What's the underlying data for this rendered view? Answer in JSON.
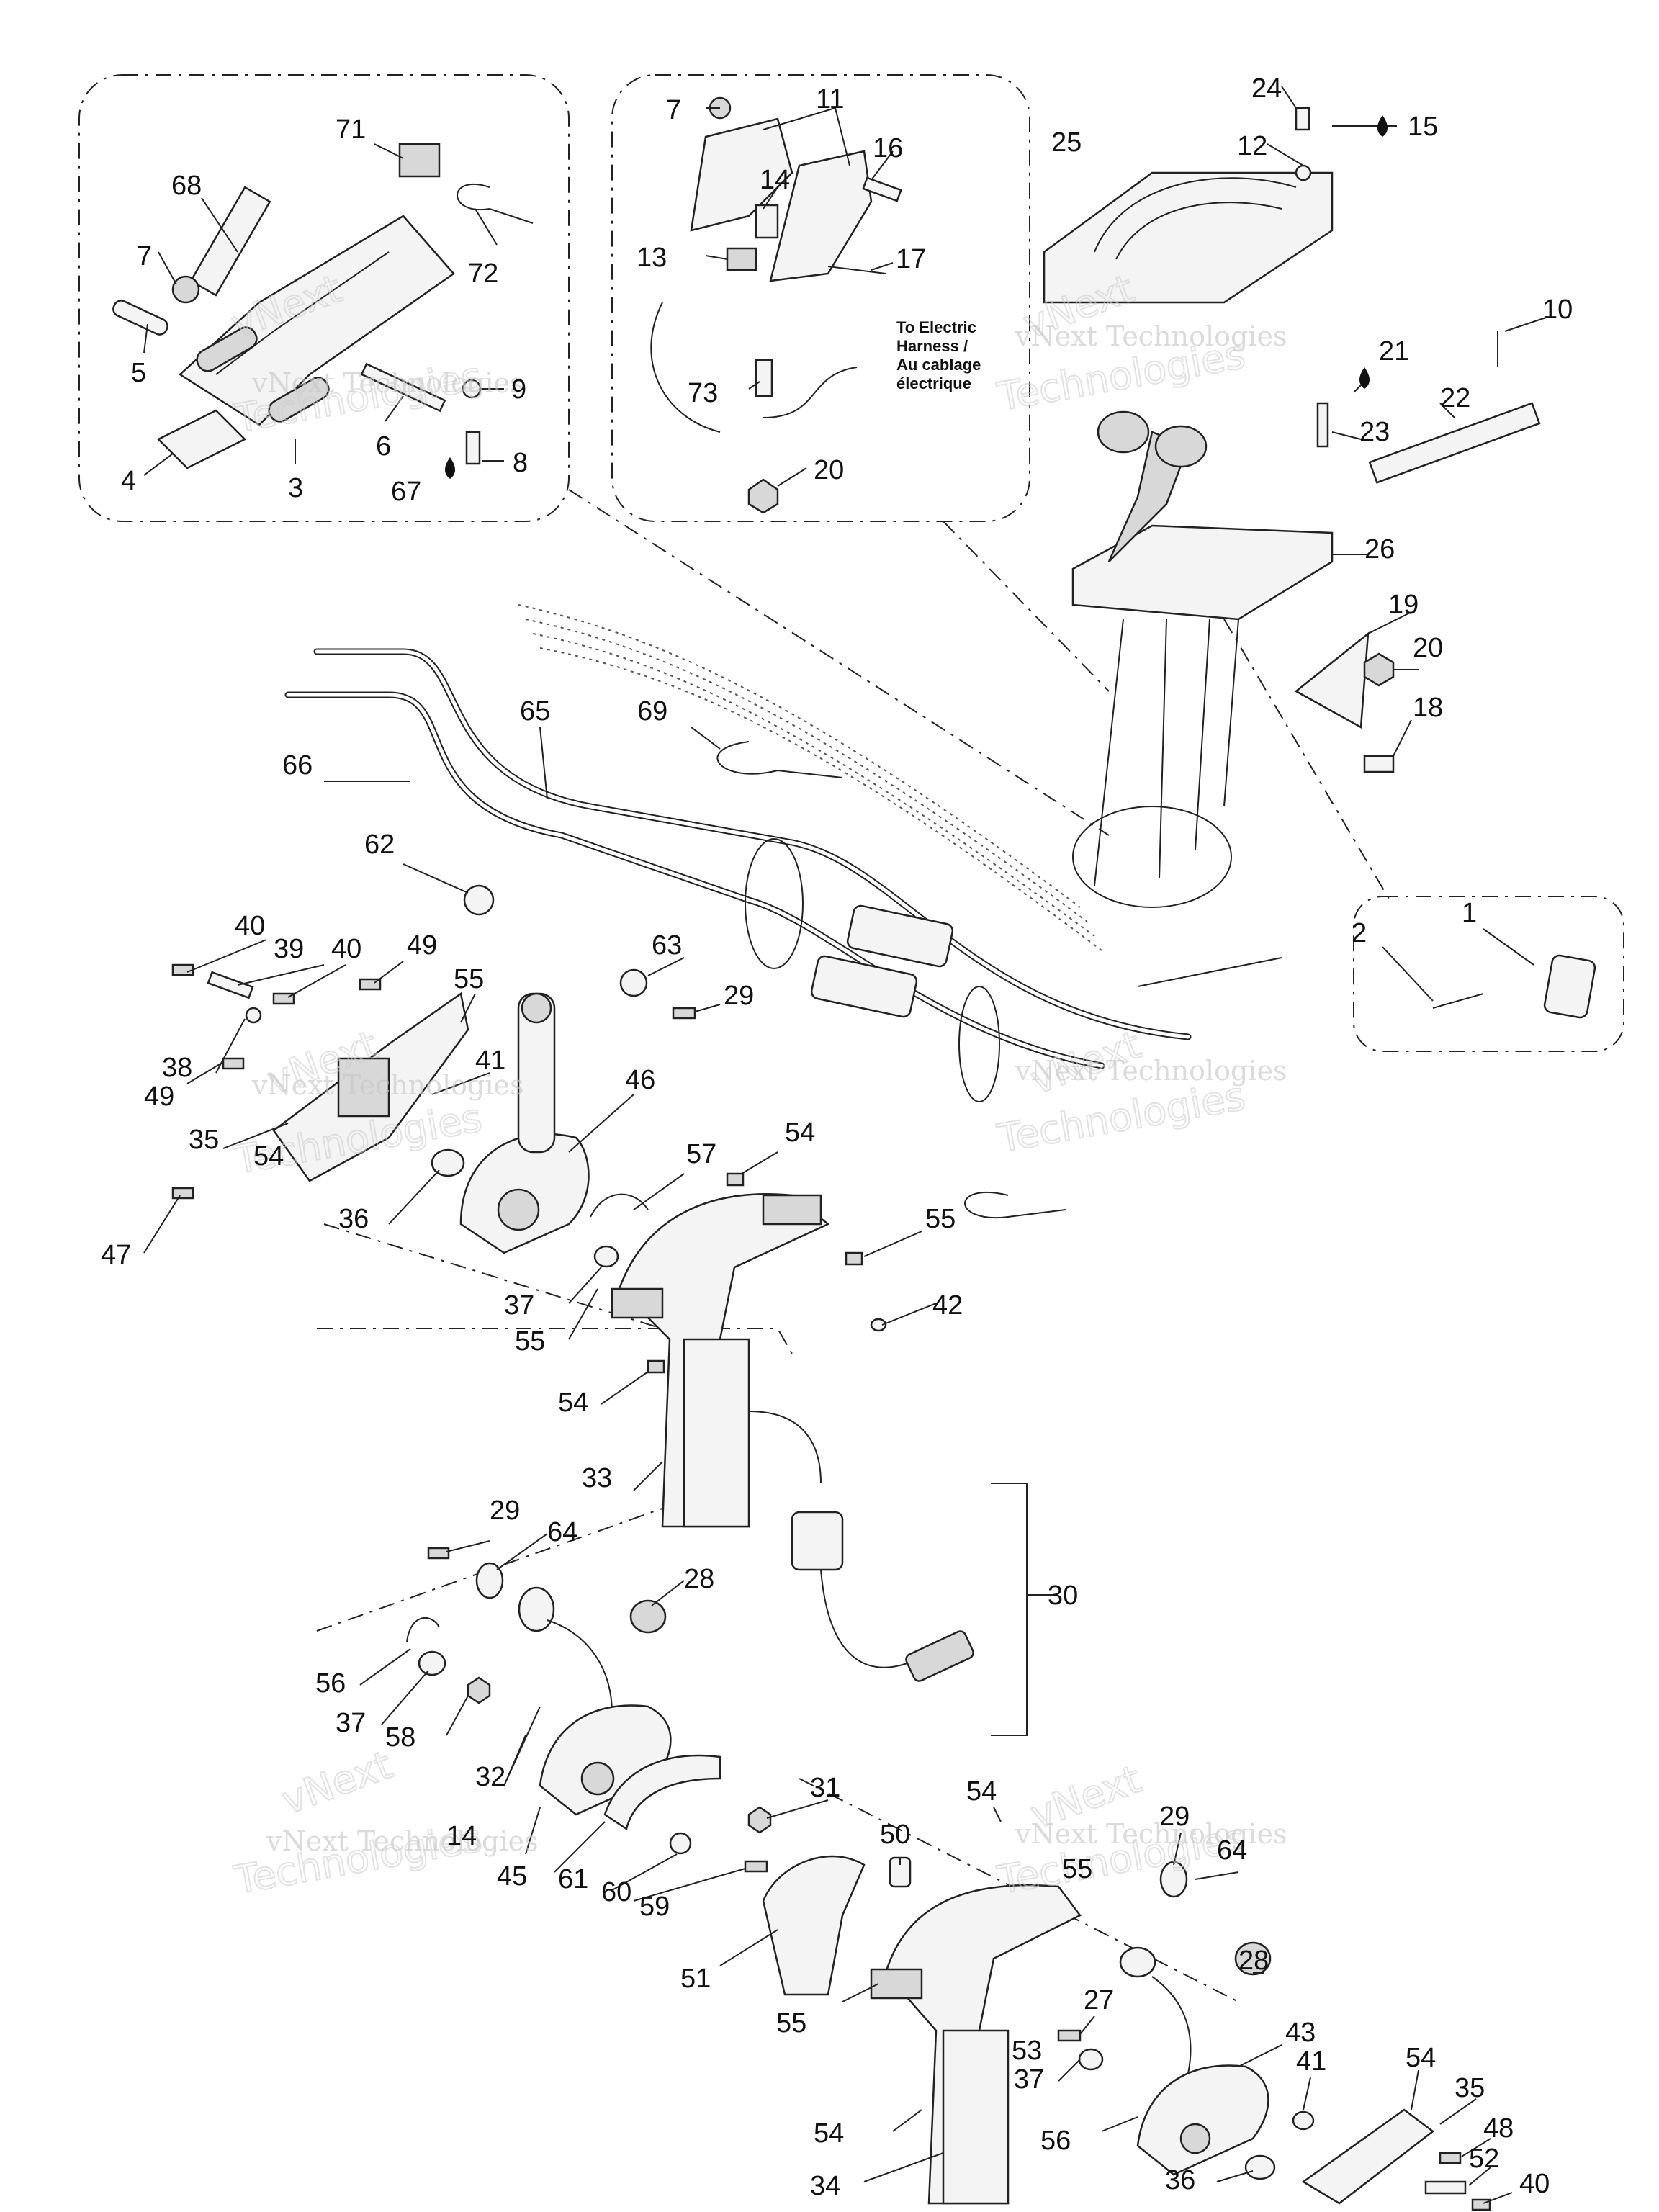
{
  "callouts": [
    "71",
    "68",
    "7",
    "5",
    "4",
    "3",
    "6",
    "9",
    "67",
    "8",
    "7",
    "11",
    "16",
    "14",
    "13",
    "17",
    "73",
    "20",
    "24",
    "15",
    "25",
    "12",
    "10",
    "21",
    "22",
    "23",
    "26",
    "19",
    "20",
    "18",
    "65",
    "69",
    "66",
    "62",
    "1",
    "2",
    "40",
    "39",
    "40",
    "49",
    "55",
    "63",
    "29",
    "38",
    "41",
    "49",
    "35",
    "54",
    "46",
    "57",
    "54",
    "36",
    "47",
    "55",
    "37",
    "55",
    "42",
    "54",
    "33",
    "29",
    "64",
    "28",
    "30",
    "56",
    "37",
    "58",
    "32",
    "31",
    "54",
    "29",
    "64",
    "14",
    "45",
    "61",
    "60",
    "59",
    "50",
    "55",
    "51",
    "55",
    "28",
    "27",
    "53",
    "43",
    "37",
    "54",
    "56",
    "41",
    "54",
    "35",
    "48",
    "52",
    "40",
    "34",
    "36",
    "72"
  ],
  "note_electric": [
    "To Electric",
    "Harness /",
    "Au cablage",
    "électrique"
  ],
  "watermark_brand": "vNext Technologies",
  "watermark_shadow": "Technologies",
  "watermark_top": "vNext"
}
